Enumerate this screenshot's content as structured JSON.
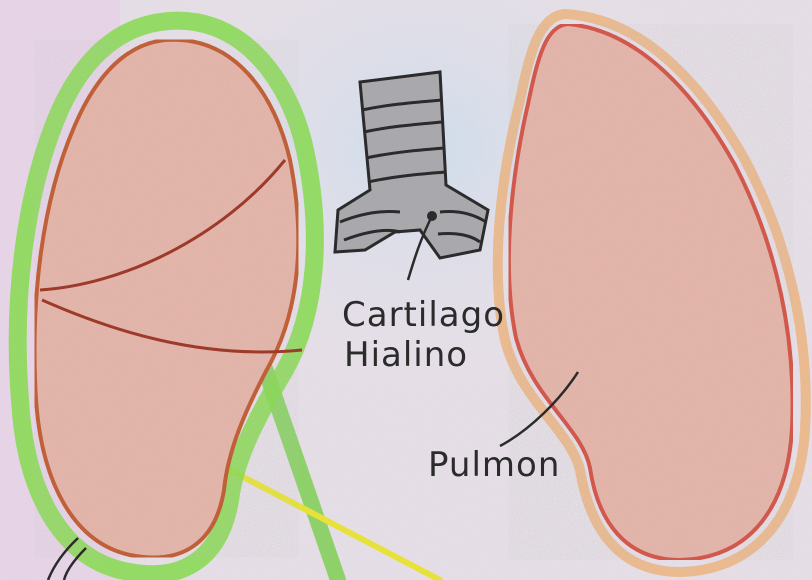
{
  "labels": {
    "cartilage_line1": "Cartilago",
    "cartilage_line2": "Hialino",
    "lung": "Pulmon"
  },
  "colors": {
    "paper": "#e9e2ea",
    "paper_wash_blue": "#c9dcec",
    "lung_fill": "#e6b8ad",
    "left_lung_outline": "#c4623a",
    "left_lung_highlight": "#86d94f",
    "right_lung_outline": "#d65a4e",
    "right_lung_highlight": "#ebb07a",
    "fissure": "#9e3a2a",
    "trachea_fill": "#a9a9ad",
    "ink": "#2b2b2b",
    "yellow_line": "#e6e23a",
    "green_line": "#7fcf55"
  }
}
